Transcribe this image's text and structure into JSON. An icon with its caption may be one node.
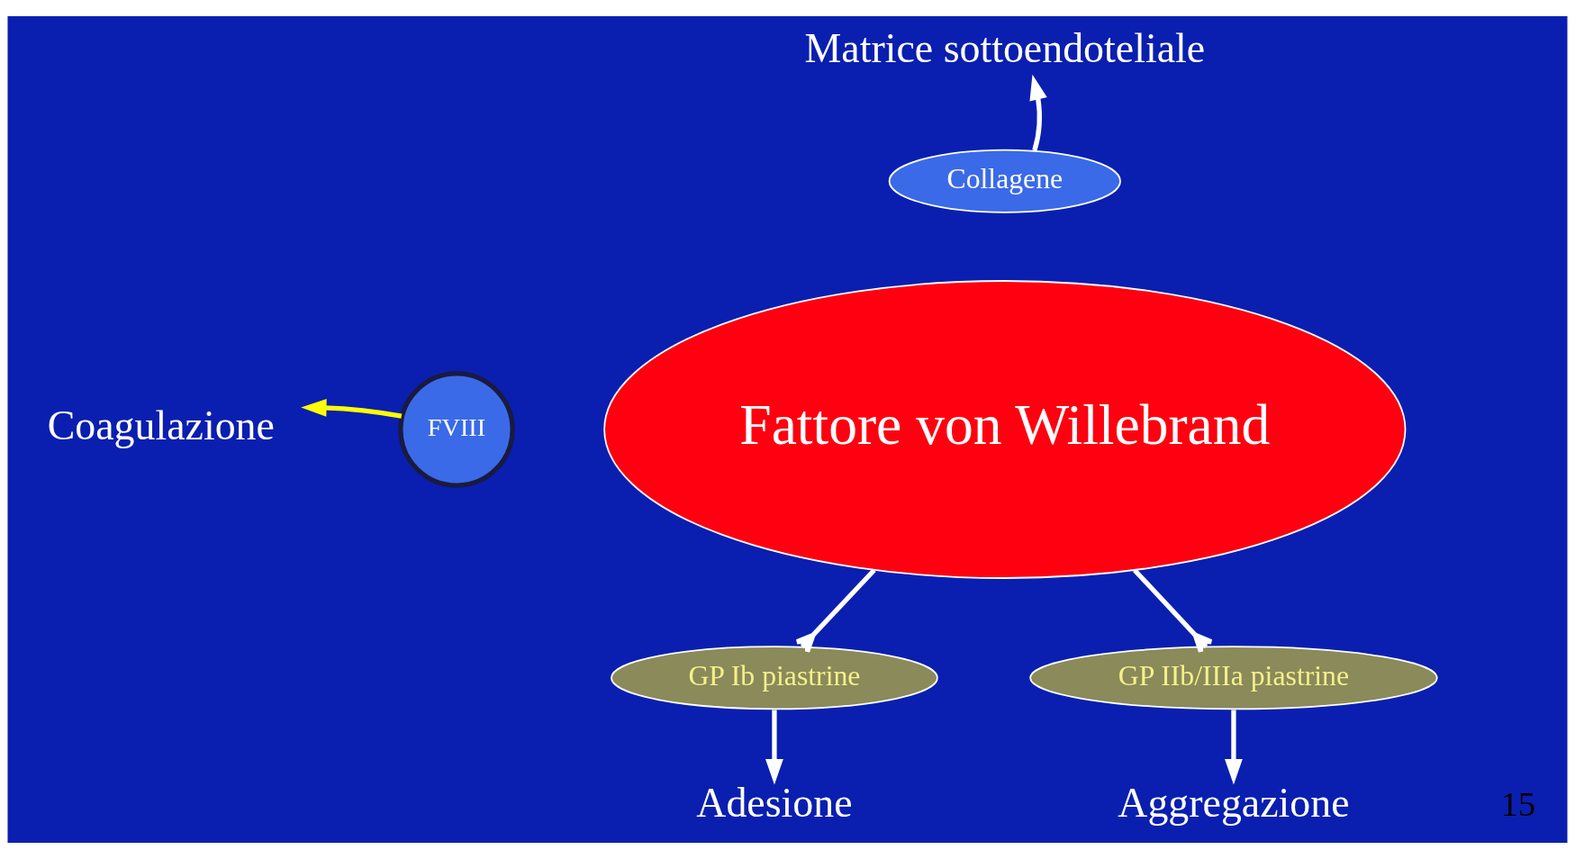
{
  "diagram": {
    "nodes": [
      {
        "text": [
          "Matrice sottoendoteliale"
        ]
      },
      {
        "text": [
          "Collagene"
        ]
      },
      {
        "text": [
          "Fattore von Willebrand"
        ]
      },
      {
        "text": [
          "Coagulazione"
        ]
      },
      {
        "text": [
          "FVIII"
        ]
      },
      {
        "text": [
          "GP Ib piastrine"
        ]
      },
      {
        "text": [
          "GP IIb/IIIa piastrine"
        ]
      },
      {
        "text": [
          "Adesione"
        ]
      },
      {
        "text": [
          "Aggregazione"
        ]
      }
    ],
    "edges": [
      {
        "from": 1,
        "to": 0,
        "arrow": "to"
      },
      {
        "from": 4,
        "to": 3,
        "arrow": "to",
        "color": "#ffff00"
      },
      {
        "from": 2,
        "to": 5,
        "arrow": "other"
      },
      {
        "from": 2,
        "to": 6,
        "arrow": "other"
      },
      {
        "from": 5,
        "to": 7,
        "arrow": "to"
      },
      {
        "from": 6,
        "to": 8,
        "arrow": "to"
      }
    ],
    "labels": [
      "15"
    ]
  }
}
